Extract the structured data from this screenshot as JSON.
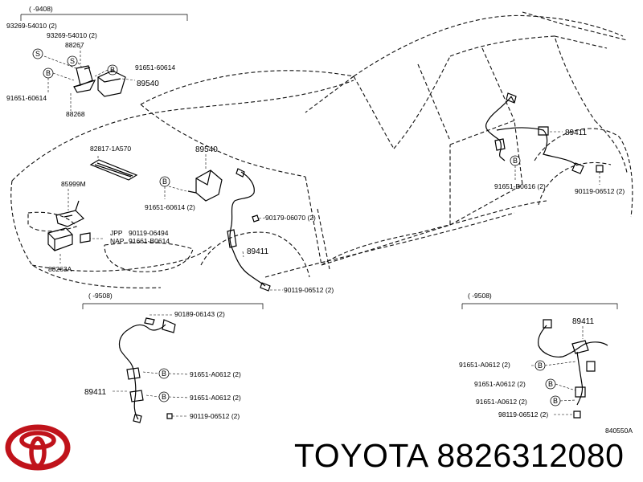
{
  "top_left_group": {
    "range": "(      -9408)",
    "part_93269_a": "93269-54010 (2)",
    "part_93269_b": "93269-54010 (2)",
    "part_88267": "88267",
    "part_91651_right": "91651-60614",
    "part_89540": "89540",
    "part_91651_left": "91651-60614",
    "part_88268": "88268"
  },
  "front_group": {
    "part_82817": "82817-1A570",
    "part_89540": "89540",
    "part_85999m": "85999M",
    "part_91651": "91651-60614 (2)",
    "jpp": "JPP",
    "nap": "NAP",
    "part_90119_jpp": "90119-06494",
    "part_91661_nap": "91661-B0614",
    "part_88263a": "88263A",
    "part_90179": "90179-06070 (2)",
    "part_89411": "89411",
    "part_90119": "90119-06512 (2)"
  },
  "rear_group": {
    "part_89411": "89411",
    "part_91651": "91651-B0616 (2)",
    "part_90119": "90119-06512 (2)"
  },
  "bottom_left_group": {
    "range": "(      -9508)",
    "part_90189": "90189-06143 (2)",
    "part_91651_a": "91651-A0612 (2)",
    "part_89411": "89411",
    "part_91651_b": "91651-A0612 (2)",
    "part_90119": "90119-06512 (2)"
  },
  "bottom_right_group": {
    "range": "(      -9508)",
    "part_89411": "89411",
    "part_91651_a": "91651-A0612 (2)",
    "part_91651_b": "91651-A0612 (2)",
    "part_91651_c": "91651-A0612 (2)",
    "part_98119": "98119-06512 (2)"
  },
  "symbols": {
    "s": "S",
    "b": "B"
  },
  "diagram_code": "840550A",
  "brand_line": "TOYOTA 8826312080",
  "icons": {
    "logo": "toyota-logo-icon"
  }
}
